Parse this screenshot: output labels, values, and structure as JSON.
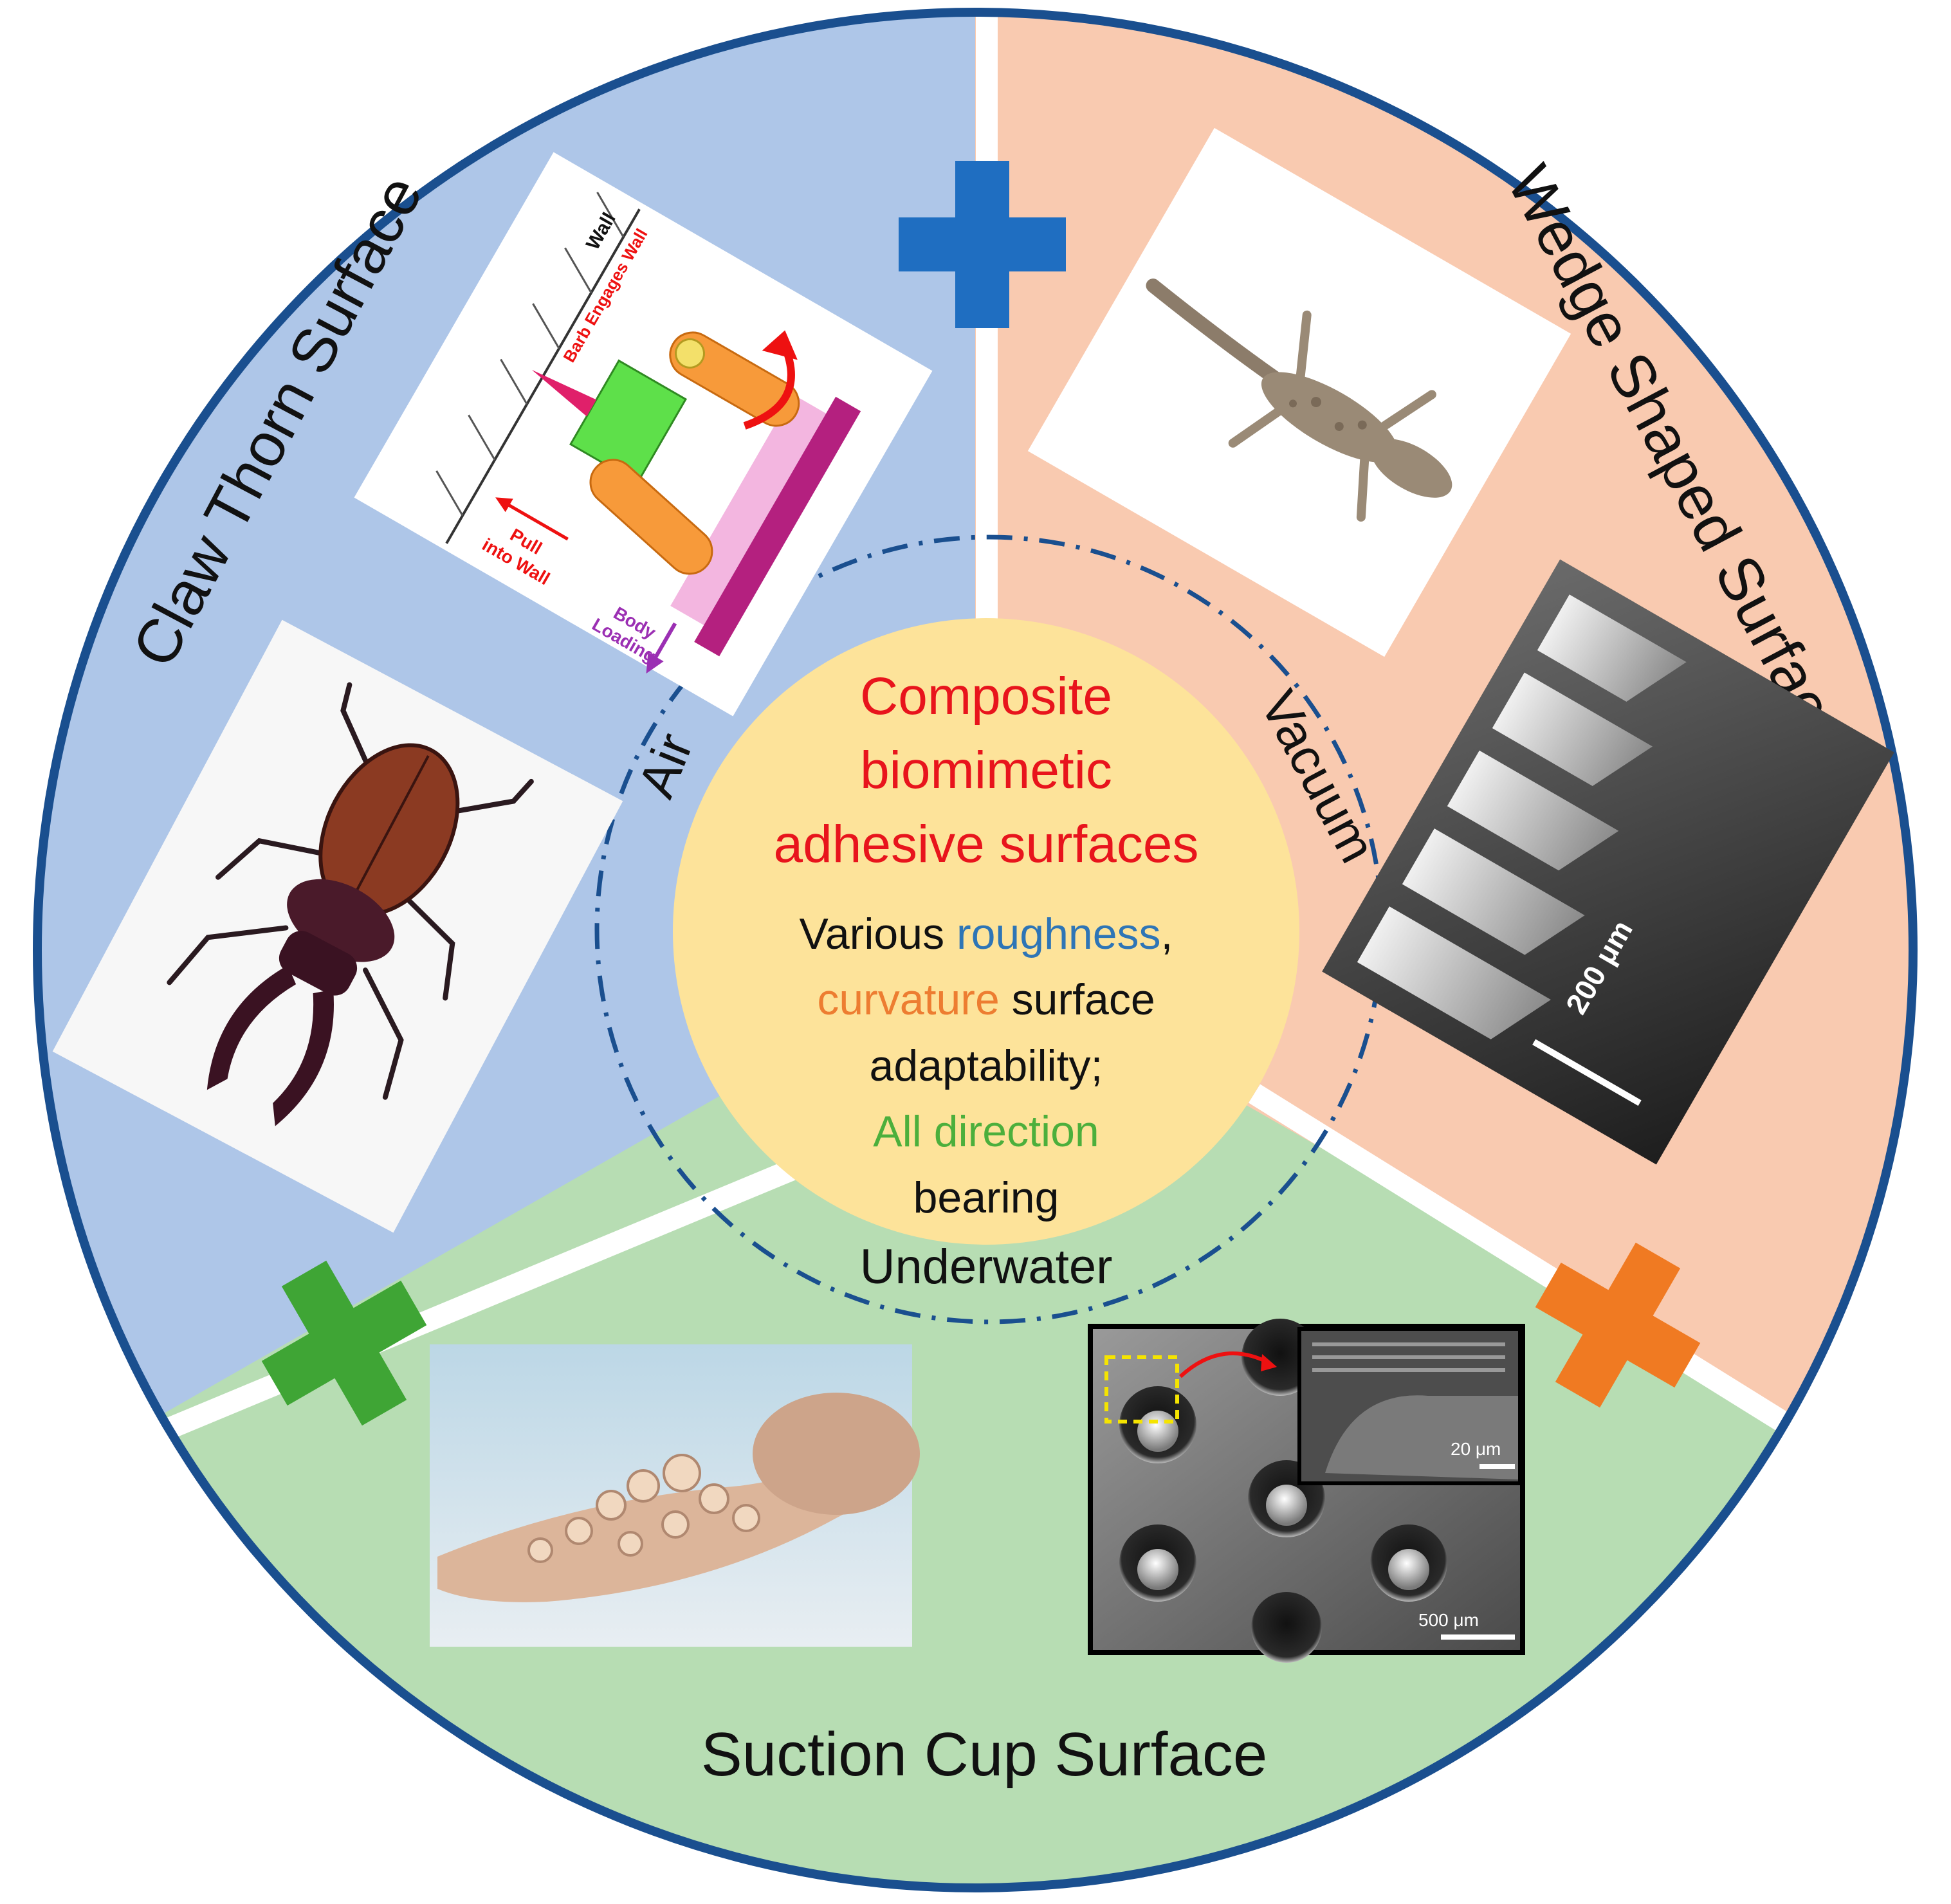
{
  "colors": {
    "claw_sector": "#aec6e8",
    "wedge_sector": "#f9cab0",
    "suction_sector": "#b7ddb3",
    "outer_ring": "#1a4f8f",
    "center_disc": "#fde39a",
    "dashed_ring": "#1a4f8f",
    "title_red": "#e8141c",
    "roughness_blue": "#2e75b6",
    "curvature_orange": "#ed7d31",
    "direction_green": "#4caf3c",
    "plus_blue": "#1f6ec1",
    "plus_green": "#3fa535",
    "plus_orange": "#f07a22"
  },
  "sectors": {
    "claw": "Claw Thorn Surface",
    "wedge": "Wedge Shaped Surface",
    "suction": "Suction Cup Surface"
  },
  "environments": {
    "air": "Air",
    "vacuum": "Vacuum",
    "underwater": "Underwater"
  },
  "center": {
    "title_lines": [
      "Composite",
      "biomimetic",
      "adhesive surfaces"
    ],
    "line1_a": "Various ",
    "line1_b": "roughness",
    "line1_c": ",",
    "line2_a": "curvature",
    "line2_b": " surface",
    "line3": "adaptability;",
    "line4": "All direction",
    "line5": "bearing"
  },
  "mechanism_diagram": {
    "wall": "Wall",
    "barb": "Barb Engages Wall",
    "pull_1": "Pull",
    "pull_2": "into Wall",
    "body_1": "Body",
    "body_2": "Loading"
  },
  "scale_bars": {
    "wedge": "200 μm",
    "suction_inset": "20 μm",
    "suction_main": "500 μm"
  },
  "icons": [
    "plus-icon-blue",
    "plus-icon-green",
    "plus-icon-orange"
  ]
}
